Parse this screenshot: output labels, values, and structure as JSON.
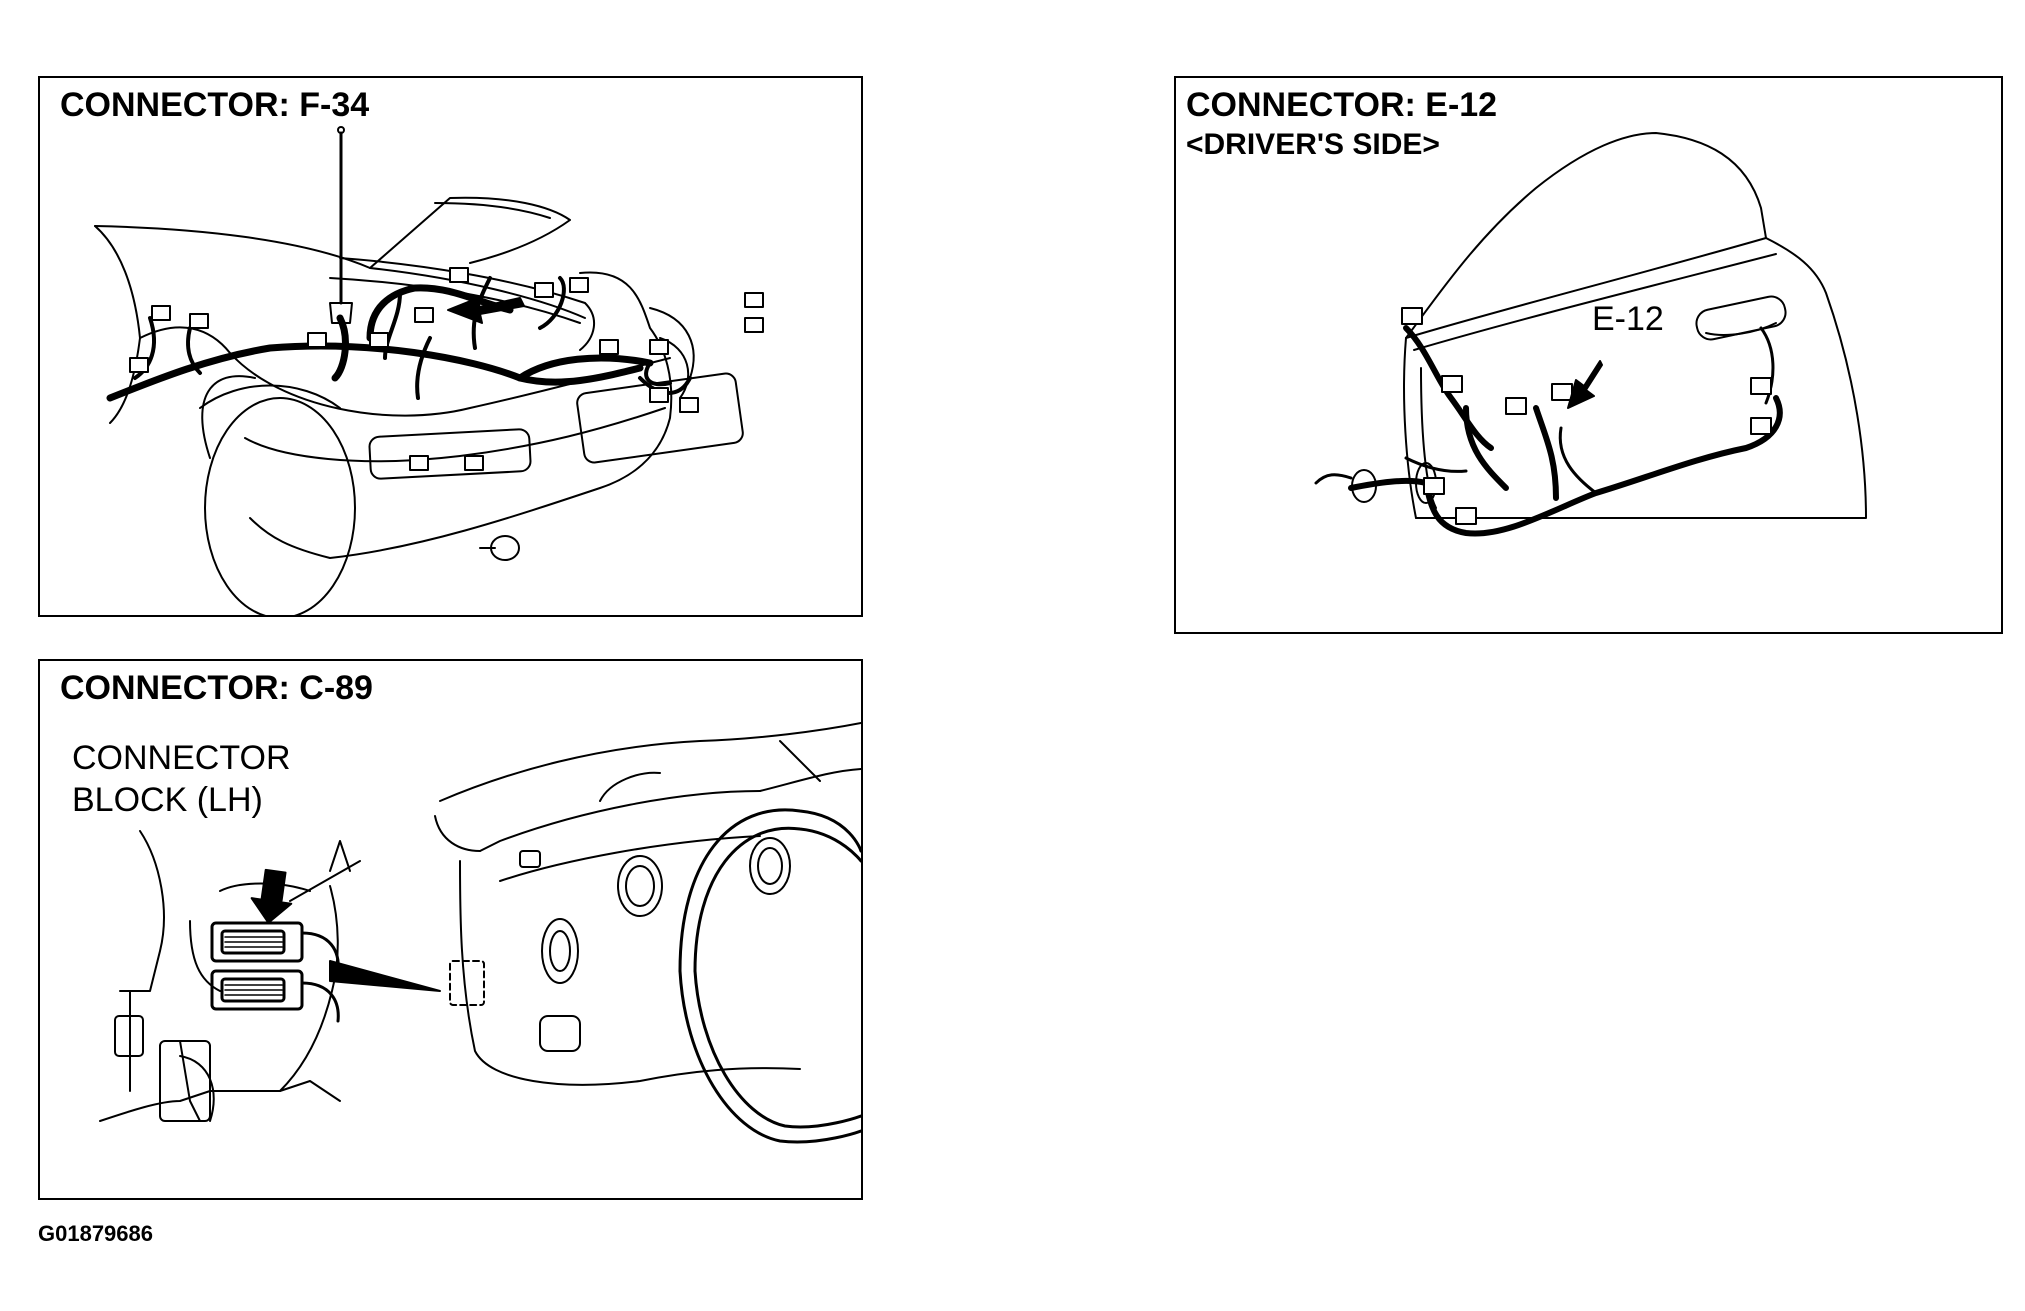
{
  "panels": {
    "f34": {
      "title": "CONNECTOR: F-34"
    },
    "c89": {
      "title": "CONNECTOR: C-89",
      "block_label_line1": "CONNECTOR",
      "block_label_line2": "BLOCK (LH)"
    },
    "e12": {
      "title": "CONNECTOR: E-12",
      "subtitle": "<DRIVER'S SIDE>",
      "callout": "E-12"
    }
  },
  "figure_id": "G01879686",
  "icons": [
    "car-rear-illustration",
    "dashboard-illustration",
    "door-illustration",
    "arrow-icon"
  ],
  "colors": {
    "line": "#000000",
    "background": "#ffffff"
  }
}
